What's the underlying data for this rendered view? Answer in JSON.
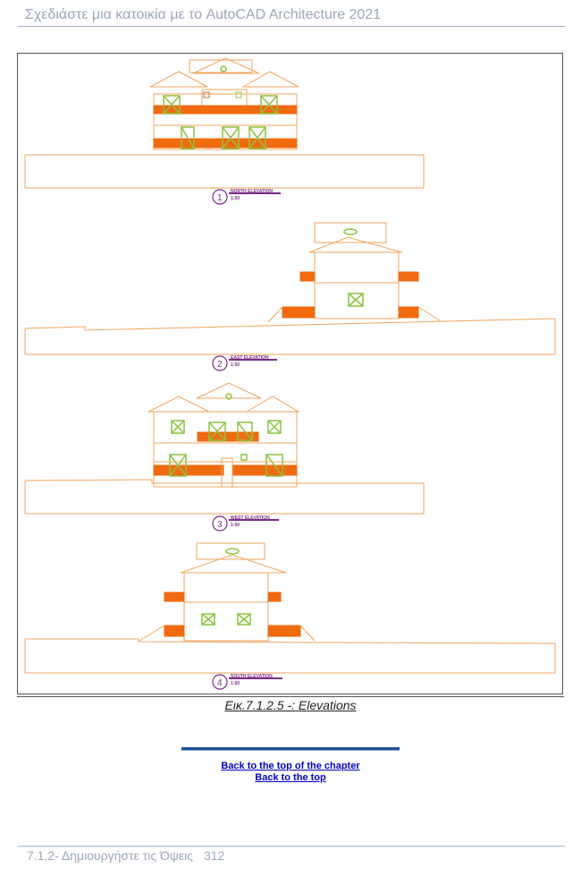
{
  "header": {
    "title": "Σχεδιάστε μια κατοικία με το AutoCAD Architecture 2021"
  },
  "figure": {
    "elevations": [
      {
        "number": "1",
        "title": "NORTH ELEVATION",
        "scale": "1:50"
      },
      {
        "number": "2",
        "title": "EAST ELEVATION",
        "scale": "1:50"
      },
      {
        "number": "3",
        "title": "WEST ELEVATION",
        "scale": "1:50"
      },
      {
        "number": "4",
        "title": "SOUTH ELEVATION",
        "scale": "1:50"
      }
    ],
    "caption": "Εικ.7.1.2.5 -: Elevations"
  },
  "links": {
    "chapter_top": "Back to the top of the chapter",
    "page_top": "Back to the top"
  },
  "footer": {
    "section": "7.1.2- Δημιουργήστε τις Όψεις",
    "page": "312"
  },
  "colors": {
    "line": "#f2a35a",
    "accent": "#f06a10",
    "window": "#8ac43f",
    "label": "#7a2a8a"
  }
}
